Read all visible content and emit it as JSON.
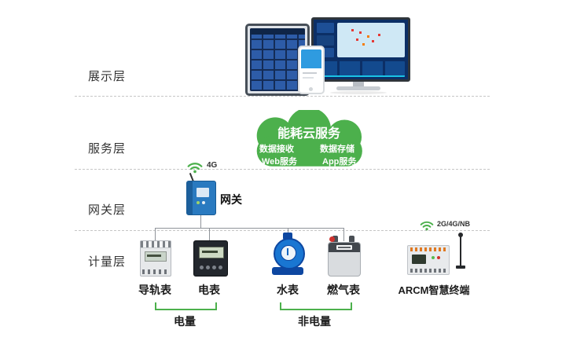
{
  "layers": {
    "display": "展示层",
    "service": "服务层",
    "gateway": "网关层",
    "metering": "计量层"
  },
  "cloud": {
    "title": "能耗云服务",
    "item1": "数据接收",
    "item2": "数据存储",
    "item3": "Web服务",
    "item4": "App服务"
  },
  "gateway": {
    "label": "网关",
    "wireless": "4G"
  },
  "meters": {
    "din": "导轨表",
    "electric": "电表",
    "water": "水表",
    "gas": "燃气表",
    "arcm": "ARCM智慧终端",
    "arcm_wireless": "2G/4G/NB"
  },
  "groups": {
    "electric": "电量",
    "non_electric": "非电量"
  },
  "colors": {
    "cloud_green": "#4cb04c",
    "gateway_blue": "#2a7ac0",
    "water_blue": "#1976d2",
    "line_gray": "#8f9399"
  }
}
